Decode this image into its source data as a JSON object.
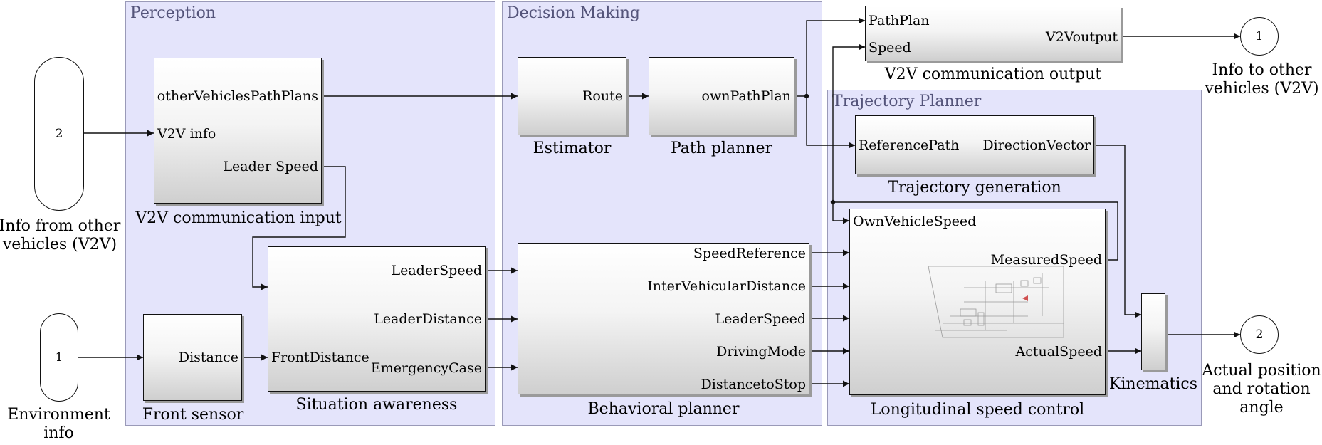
{
  "subsystems": {
    "perception": "Perception",
    "decision_making": "Decision Making",
    "trajectory_planner": "Trajectory Planner"
  },
  "inports": [
    {
      "number": "2",
      "label": "Info from other vehicles (V2V)"
    },
    {
      "number": "1",
      "label": "Environment info"
    }
  ],
  "outports": [
    {
      "number": "1",
      "label": "Info to other vehicles (V2V)"
    },
    {
      "number": "2",
      "label": "Actual position and rotation angle"
    }
  ],
  "blocks": {
    "v2v_input": {
      "name": "V2V communication input",
      "ports": {
        "out_paths": "otherVehiclesPathPlans",
        "in_v2v": "V2V info",
        "out_speed": "Leader Speed"
      }
    },
    "front_sensor": {
      "name": "Front sensor",
      "ports": {
        "out_distance": "Distance"
      }
    },
    "situation": {
      "name": "Situation awareness",
      "ports": {
        "in_front": "FrontDistance",
        "out_speed": "LeaderSpeed",
        "out_distance": "LeaderDistance",
        "out_emergency": "EmergencyCase"
      }
    },
    "estimator": {
      "name": "Estimator",
      "ports": {
        "out_route": "Route"
      }
    },
    "path_planner": {
      "name": "Path planner",
      "ports": {
        "out_plan": "ownPathPlan"
      }
    },
    "behavioral": {
      "name": "Behavioral planner",
      "ports": {
        "out_speedref": "SpeedReference",
        "out_distance": "InterVehicularDistance",
        "out_speed": "LeaderSpeed",
        "out_mode": "DrivingMode",
        "out_stop": "DistancetoStop"
      }
    },
    "v2v_output": {
      "name": "V2V communication output",
      "ports": {
        "in_plan": "PathPlan",
        "in_speed": "Speed",
        "out": "V2Voutput"
      }
    },
    "trajectory_gen": {
      "name": "Trajectory generation",
      "ports": {
        "in_ref": "ReferencePath",
        "out_dir": "DirectionVector"
      }
    },
    "speed_control": {
      "name": "Longitudinal speed control",
      "ports": {
        "in_own": "OwnVehicleSpeed",
        "out_measured": "MeasuredSpeed",
        "out_actual": "ActualSpeed"
      }
    },
    "kinematics": {
      "name": "Kinematics"
    }
  }
}
